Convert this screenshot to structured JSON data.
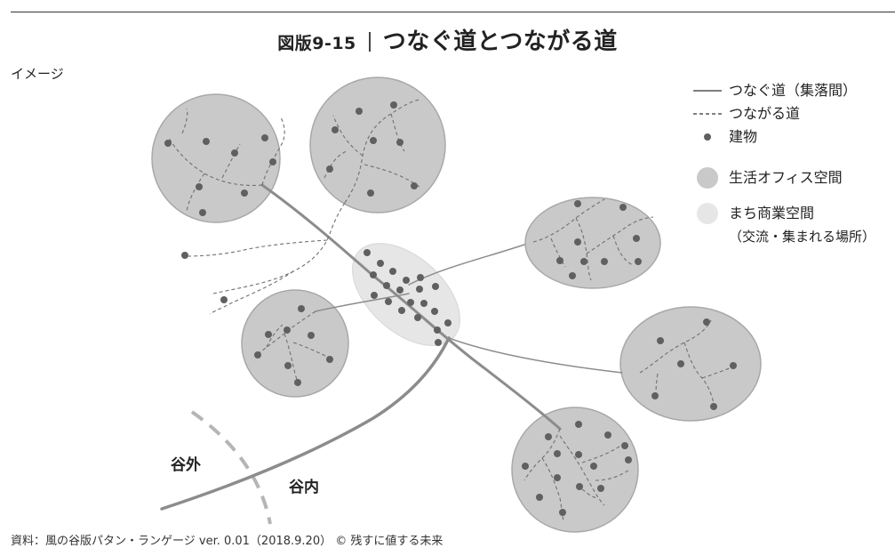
{
  "header": {
    "figure_number": "図版9-15",
    "title": "つなぐ道とつながる道"
  },
  "image_label": "イメージ",
  "legend": {
    "connecting_road": "つなぐ道（集落間）",
    "linked_road": "つながる道",
    "building": "建物",
    "office_space": "生活オフィス空間",
    "commerce_space": "まち商業空間",
    "commerce_space_note": "（交流・集まれる場所）"
  },
  "valley": {
    "outside": "谷外",
    "inside": "谷内"
  },
  "source": "資料：風の谷版パタン・ランゲージ ver. 0.01（2018.9.20） © 残すに値する未来",
  "colors": {
    "office_fill": "#c9c9c9",
    "office_stroke": "#a8a8a8",
    "commerce_fill": "#e6e6e6",
    "building": "#606060",
    "road": "#8c8c8c",
    "valley_line": "#b5b5b5"
  }
}
